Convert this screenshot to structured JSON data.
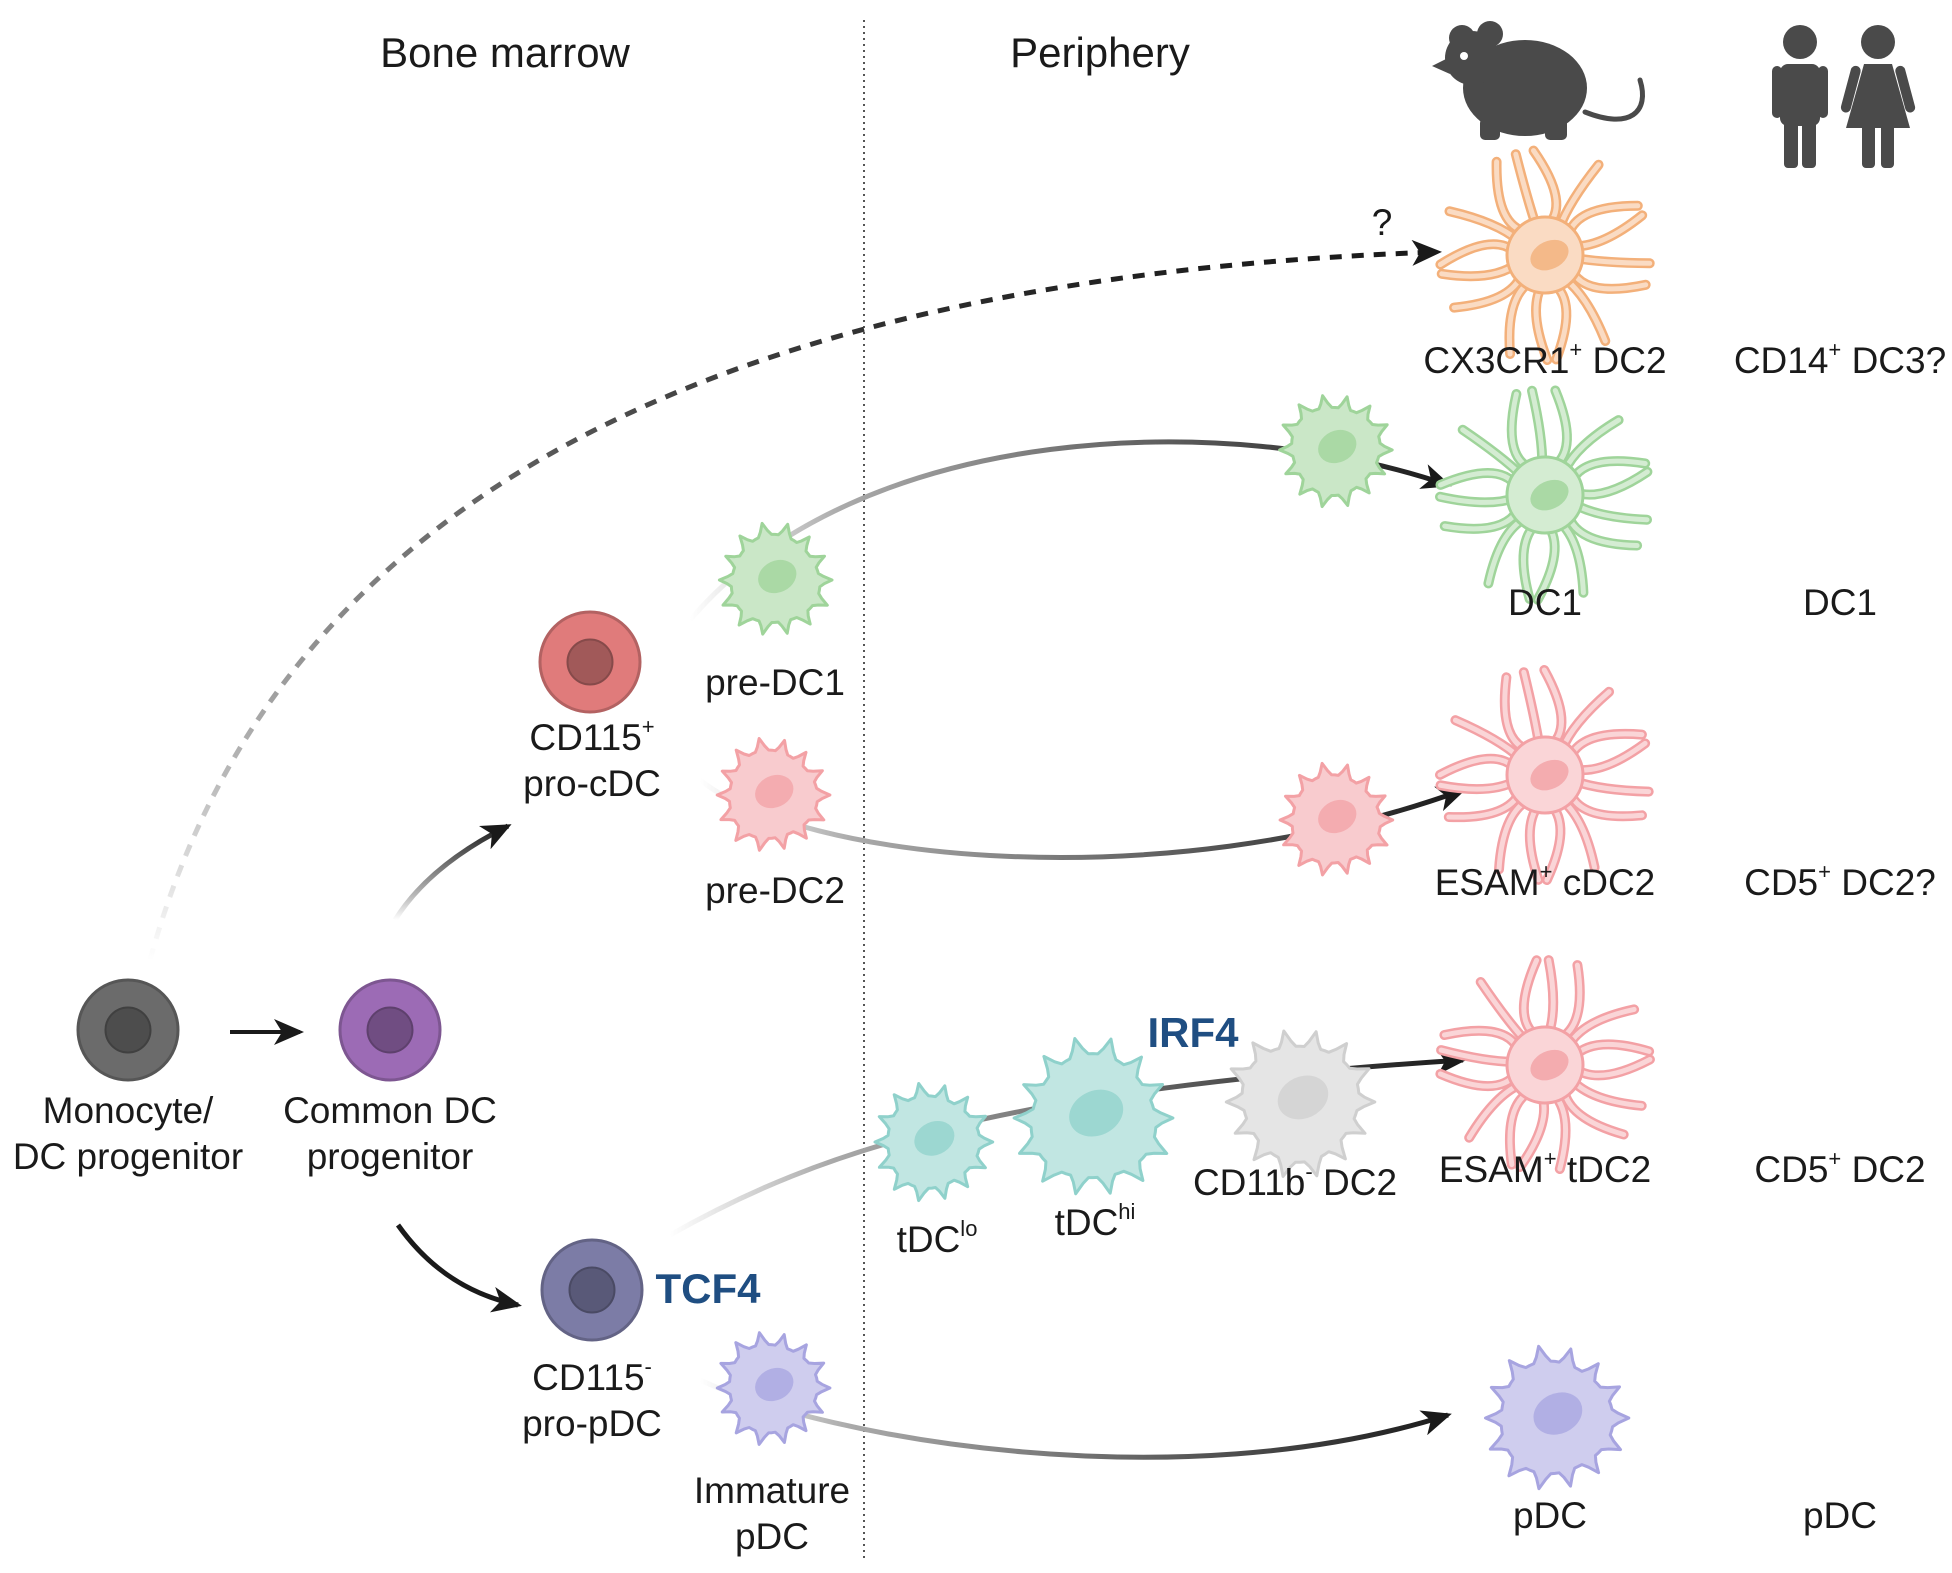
{
  "headers": {
    "bone_marrow": "Bone marrow",
    "periphery": "Periphery"
  },
  "bone_marrow_cells": {
    "monocyte_dc_progenitor": {
      "line1": "Monocyte/",
      "line2": "DC progenitor"
    },
    "common_dc_progenitor": {
      "line1": "Common DC",
      "line2": "progenitor"
    },
    "pro_cdc": {
      "line1": "CD115",
      "line1_sup": "+",
      "line2": "pro-cDC"
    },
    "pro_pdc": {
      "line1": "CD115",
      "line1_sup": "-",
      "line2": "pro-pDC"
    },
    "pre_dc1": "pre-DC1",
    "pre_dc2": "pre-DC2",
    "immature_pdc": {
      "line1": "Immature",
      "line2": "pDC"
    }
  },
  "transcription_factors": {
    "tcf4": "TCF4",
    "irf4": "IRF4"
  },
  "intermediates": {
    "tdc_lo": {
      "base": "tDC",
      "sup": "lo"
    },
    "tdc_hi": {
      "base": "tDC",
      "sup": "hi"
    },
    "cd11b_dc2": {
      "base": "CD11b",
      "sup": "-",
      "rest": " DC2"
    }
  },
  "question_mark": "?",
  "mouse_subsets": {
    "cx3cr1_dc2": {
      "base": "CX3CR1",
      "sup": "+",
      "rest": " DC2"
    },
    "dc1": "DC1",
    "esam_cdc2": {
      "base": "ESAM",
      "sup": "+",
      "rest": " cDC2"
    },
    "esam_tdc2": {
      "base": "ESAM",
      "sup": "+",
      "rest": " tDC2"
    },
    "pdc": "pDC"
  },
  "human_subsets": {
    "cd14_dc3": {
      "base": "CD14",
      "sup": "+",
      "rest": " DC3?"
    },
    "dc1": "DC1",
    "cd5_dc2_q": {
      "base": "CD5",
      "sup": "+",
      "rest": " DC2?"
    },
    "cd5_dc2": {
      "base": "CD5",
      "sup": "+",
      "rest": " DC2"
    },
    "pdc": "pDC"
  },
  "icons": {
    "species_mouse": "mouse-icon",
    "species_human": "human-pair-icon"
  },
  "colors": {
    "monocyte": "#6b6b6b",
    "common": "#9c6bb5",
    "pro_cdc": "#e07b7b",
    "pro_pdc": "#7c7ca6",
    "dc1_green": "#9fd49a",
    "dc2_pink": "#f3a1a5",
    "cx3cr1_orange": "#f3b07a",
    "tdc_teal": "#8fd1cb",
    "cd11b_grey": "#cfcfcf",
    "pdc_purple": "#a7a4e0",
    "tf_blue": "#1f4e82"
  }
}
